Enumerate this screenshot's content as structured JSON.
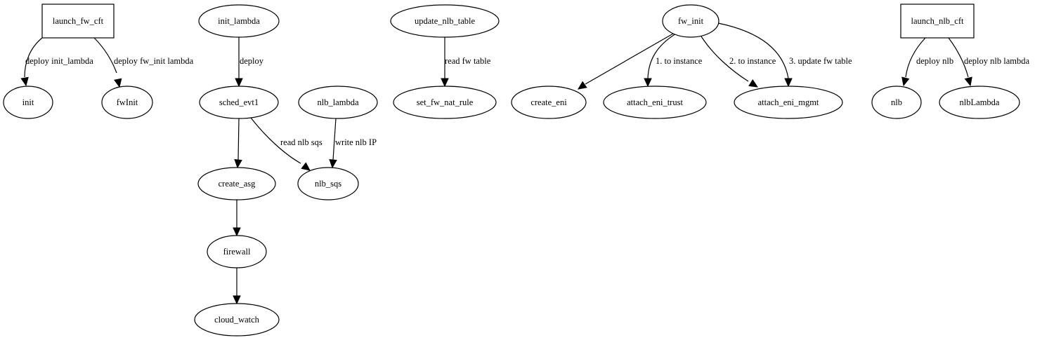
{
  "nodes": [
    {
      "id": "launch_fw_cft",
      "label": "launch_fw_cft",
      "shape": "box"
    },
    {
      "id": "init",
      "label": "init",
      "shape": "ellipse"
    },
    {
      "id": "fwInit",
      "label": "fwInit",
      "shape": "ellipse"
    },
    {
      "id": "init_lambda",
      "label": "init_lambda",
      "shape": "ellipse"
    },
    {
      "id": "sched_evt1",
      "label": "sched_evt1",
      "shape": "ellipse"
    },
    {
      "id": "nlb_lambda",
      "label": "nlb_lambda",
      "shape": "ellipse"
    },
    {
      "id": "create_asg",
      "label": "create_asg",
      "shape": "ellipse"
    },
    {
      "id": "nlb_sqs",
      "label": "nlb_sqs",
      "shape": "ellipse"
    },
    {
      "id": "firewall",
      "label": "firewall",
      "shape": "ellipse"
    },
    {
      "id": "cloud_watch",
      "label": "cloud_watch",
      "shape": "ellipse"
    },
    {
      "id": "update_nlb_table",
      "label": "update_nlb_table",
      "shape": "ellipse"
    },
    {
      "id": "set_fw_nat_rule",
      "label": "set_fw_nat_rule",
      "shape": "ellipse"
    },
    {
      "id": "fw_init",
      "label": "fw_init",
      "shape": "ellipse"
    },
    {
      "id": "create_eni",
      "label": "create_eni",
      "shape": "ellipse"
    },
    {
      "id": "attach_eni_trust",
      "label": "attach_eni_trust",
      "shape": "ellipse"
    },
    {
      "id": "attach_eni_mgmt",
      "label": "attach_eni_mgmt",
      "shape": "ellipse"
    },
    {
      "id": "launch_nlb_cft",
      "label": "launch_nlb_cft",
      "shape": "box"
    },
    {
      "id": "nlb",
      "label": "nlb",
      "shape": "ellipse"
    },
    {
      "id": "nlbLambda",
      "label": "nlbLambda",
      "shape": "ellipse"
    }
  ],
  "edges": [
    {
      "from": "launch_fw_cft",
      "to": "init",
      "label": "deploy init_lambda"
    },
    {
      "from": "launch_fw_cft",
      "to": "fwInit",
      "label": "deploy fw_init lambda"
    },
    {
      "from": "init_lambda",
      "to": "sched_evt1",
      "label": "deploy"
    },
    {
      "from": "sched_evt1",
      "to": "create_asg",
      "label": ""
    },
    {
      "from": "sched_evt1",
      "to": "nlb_sqs",
      "label": "read nlb sqs"
    },
    {
      "from": "nlb_lambda",
      "to": "nlb_sqs",
      "label": "write nlb IP"
    },
    {
      "from": "create_asg",
      "to": "firewall",
      "label": ""
    },
    {
      "from": "firewall",
      "to": "cloud_watch",
      "label": ""
    },
    {
      "from": "update_nlb_table",
      "to": "set_fw_nat_rule",
      "label": "read fw table"
    },
    {
      "from": "fw_init",
      "to": "create_eni",
      "label": ""
    },
    {
      "from": "fw_init",
      "to": "attach_eni_trust",
      "label": "1. to instance"
    },
    {
      "from": "fw_init",
      "to": "attach_eni_mgmt",
      "label": "2. to instance"
    },
    {
      "from": "fw_init",
      "to": "attach_eni_mgmt",
      "label": "3. update fw table"
    },
    {
      "from": "launch_nlb_cft",
      "to": "nlb",
      "label": "deploy nlb"
    },
    {
      "from": "launch_nlb_cft",
      "to": "nlbLambda",
      "label": "deploy nlb lambda"
    }
  ]
}
